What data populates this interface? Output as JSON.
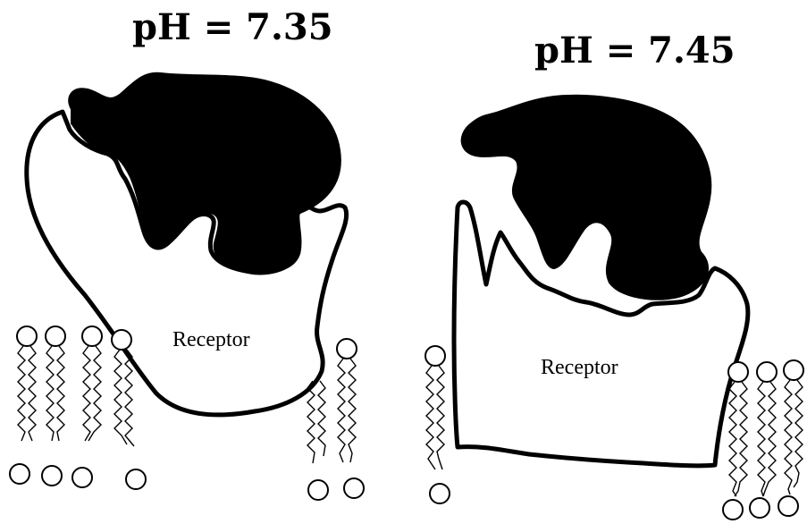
{
  "panels": [
    {
      "title": "pH = 7.35",
      "receptor_label": "Receptor"
    },
    {
      "title": "pH = 7.45",
      "receptor_label": "Receptor"
    }
  ],
  "colors": {
    "ink": "#000000",
    "background": "#ffffff"
  }
}
